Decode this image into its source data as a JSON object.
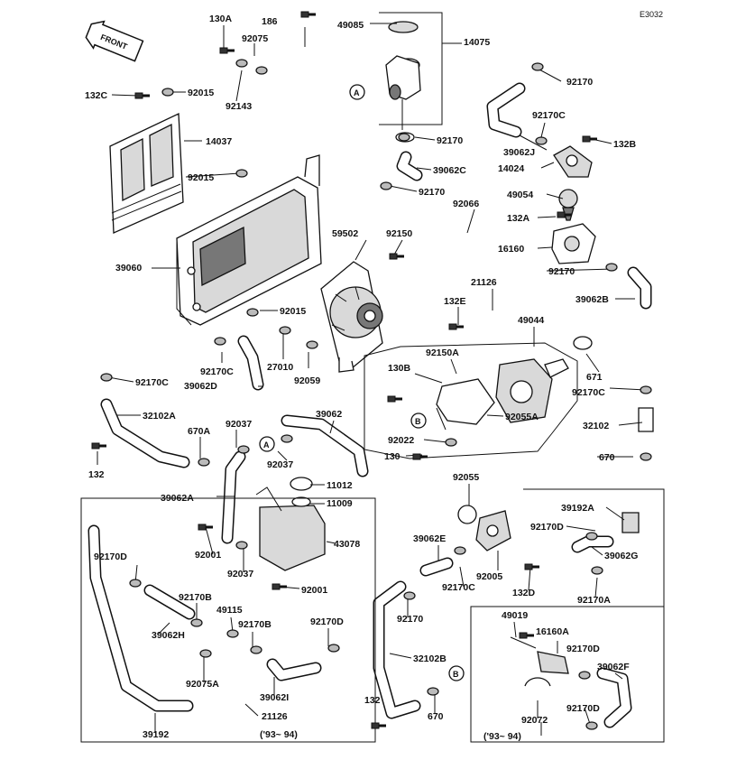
{
  "diagram": {
    "code": "E3032",
    "front_label": "FRONT",
    "callouts": {
      "a": "A",
      "b": "B"
    },
    "labels": [
      {
        "id": "130A-top",
        "text": "130A"
      },
      {
        "id": "186",
        "text": "186"
      },
      {
        "id": "49085",
        "text": "49085"
      },
      {
        "id": "14075",
        "text": "14075"
      },
      {
        "id": "92075",
        "text": "92075"
      },
      {
        "id": "132C",
        "text": "132C"
      },
      {
        "id": "92015-a",
        "text": "92015"
      },
      {
        "id": "92143",
        "text": "92143"
      },
      {
        "id": "92170-a",
        "text": "92170"
      },
      {
        "id": "14037",
        "text": "14037"
      },
      {
        "id": "92170-b",
        "text": "92170"
      },
      {
        "id": "92170C-a",
        "text": "92170C"
      },
      {
        "id": "39062J",
        "text": "39062J"
      },
      {
        "id": "132B",
        "text": "132B"
      },
      {
        "id": "92015-b",
        "text": "92015"
      },
      {
        "id": "39062C",
        "text": "39062C"
      },
      {
        "id": "14024",
        "text": "14024"
      },
      {
        "id": "92170-c",
        "text": "92170"
      },
      {
        "id": "92066",
        "text": "92066"
      },
      {
        "id": "49054",
        "text": "49054"
      },
      {
        "id": "132A",
        "text": "132A"
      },
      {
        "id": "59502",
        "text": "59502"
      },
      {
        "id": "92150",
        "text": "92150"
      },
      {
        "id": "16160",
        "text": "16160"
      },
      {
        "id": "39060",
        "text": "39060"
      },
      {
        "id": "92170-d",
        "text": "92170"
      },
      {
        "id": "21126-a",
        "text": "21126"
      },
      {
        "id": "39062B",
        "text": "39062B"
      },
      {
        "id": "132E",
        "text": "132E"
      },
      {
        "id": "92015-c",
        "text": "92015"
      },
      {
        "id": "49044",
        "text": "49044"
      },
      {
        "id": "92150A",
        "text": "92150A"
      },
      {
        "id": "92170C-b",
        "text": "92170C"
      },
      {
        "id": "27010",
        "text": "27010"
      },
      {
        "id": "130B",
        "text": "130B"
      },
      {
        "id": "671",
        "text": "671"
      },
      {
        "id": "92170C-c",
        "text": "92170C"
      },
      {
        "id": "39062D",
        "text": "39062D"
      },
      {
        "id": "92059",
        "text": "92059"
      },
      {
        "id": "92170C-d",
        "text": "92170C"
      },
      {
        "id": "32102A",
        "text": "32102A"
      },
      {
        "id": "92037-a",
        "text": "92037"
      },
      {
        "id": "39062",
        "text": "39062"
      },
      {
        "id": "92055A",
        "text": "92055A"
      },
      {
        "id": "32102",
        "text": "32102"
      },
      {
        "id": "670A",
        "text": "670A"
      },
      {
        "id": "92022",
        "text": "92022"
      },
      {
        "id": "92037-b",
        "text": "92037"
      },
      {
        "id": "670-a",
        "text": "670"
      },
      {
        "id": "132-a",
        "text": "132"
      },
      {
        "id": "130",
        "text": "130"
      },
      {
        "id": "11012",
        "text": "11012"
      },
      {
        "id": "92055",
        "text": "92055"
      },
      {
        "id": "39062A",
        "text": "39062A"
      },
      {
        "id": "11009",
        "text": "11009"
      },
      {
        "id": "39192A",
        "text": "39192A"
      },
      {
        "id": "92170D-a",
        "text": "92170D"
      },
      {
        "id": "43078",
        "text": "43078"
      },
      {
        "id": "92001-a",
        "text": "92001"
      },
      {
        "id": "39062E",
        "text": "39062E"
      },
      {
        "id": "39062G",
        "text": "39062G"
      },
      {
        "id": "92170D-b",
        "text": "92170D"
      },
      {
        "id": "92037-c",
        "text": "92037"
      },
      {
        "id": "92005",
        "text": "92005"
      },
      {
        "id": "92170A",
        "text": "92170A"
      },
      {
        "id": "92001-b",
        "text": "92001"
      },
      {
        "id": "92170C-e",
        "text": "92170C"
      },
      {
        "id": "132D",
        "text": "132D"
      },
      {
        "id": "92170B-a",
        "text": "92170B"
      },
      {
        "id": "49115",
        "text": "49115"
      },
      {
        "id": "92170-e",
        "text": "92170"
      },
      {
        "id": "49019",
        "text": "49019"
      },
      {
        "id": "92170B-b",
        "text": "92170B"
      },
      {
        "id": "92170D-c",
        "text": "92170D"
      },
      {
        "id": "16160A",
        "text": "16160A"
      },
      {
        "id": "39062H",
        "text": "39062H"
      },
      {
        "id": "92170D-d",
        "text": "92170D"
      },
      {
        "id": "32102B",
        "text": "32102B"
      },
      {
        "id": "92075A",
        "text": "92075A"
      },
      {
        "id": "39062F",
        "text": "39062F"
      },
      {
        "id": "39062I",
        "text": "39062I"
      },
      {
        "id": "132-b",
        "text": "132"
      },
      {
        "id": "670-b",
        "text": "670"
      },
      {
        "id": "92072",
        "text": "92072"
      },
      {
        "id": "92170D-e",
        "text": "92170D"
      },
      {
        "id": "21126-b",
        "text": "21126"
      },
      {
        "id": "note-a",
        "text": "('93~ 94)"
      },
      {
        "id": "39192",
        "text": "39192"
      },
      {
        "id": "note-b",
        "text": "('93~ 94)"
      }
    ]
  }
}
